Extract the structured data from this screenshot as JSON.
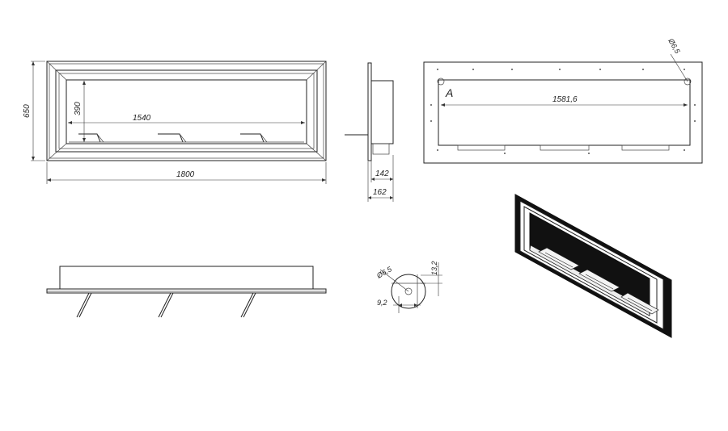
{
  "drawing": {
    "front_view": {
      "width": "1800",
      "height": "650",
      "inner_width": "1540",
      "inner_height": "390"
    },
    "side_view": {
      "depth_inner": "142",
      "depth_total": "162"
    },
    "back_view": {
      "detail_label": "A",
      "span": "1581,6",
      "hole_diameter": "Ø6,5"
    },
    "detail_a": {
      "hole_diameter": "Ø6,5",
      "offset_vertical": "13,2",
      "offset_horizontal": "9,2"
    }
  }
}
